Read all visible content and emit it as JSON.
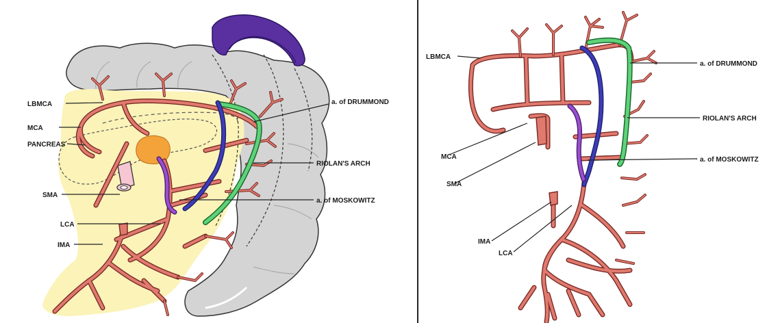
{
  "left_panel": {
    "labels": {
      "lbmca": "LBMCA",
      "mca": "MCA",
      "pancreas": "PANCREAS",
      "sma": "SMA",
      "lca": "LCA",
      "ima": "IMA",
      "drummond": "a. of DRUMMOND",
      "riolan": "RIOLAN'S ARCH",
      "moskowitz": "a. of MOSKOWITZ"
    }
  },
  "right_panel": {
    "labels": {
      "lbmca": "LBMCA",
      "mca": "MCA",
      "sma": "SMA",
      "ima": "IMA",
      "lca": "LCA",
      "drummond": "a. of DRUMMOND",
      "riolan": "RIOLAN'S ARCH",
      "moskowitz": "a. of MOSKOWITZ"
    }
  },
  "colors": {
    "artery": "#e07a6e",
    "artery_outline": "#7a2a26",
    "colon": "#d4d4d4",
    "mesentery": "#fbf3b8",
    "pancreas_head": "#f4a23a",
    "sma_stump": "#f6c6d2",
    "drummond": "#5fd27a",
    "riolan": "#3d3db8",
    "moskowitz": "#9b4fd0",
    "spleen": "#5a2fa0"
  }
}
